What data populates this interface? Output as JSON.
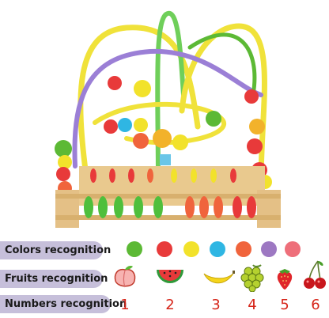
{
  "labels": {
    "colors": "Colors recognition",
    "fruits": "Fruits recognition",
    "numbers": "Numbers recognition"
  },
  "colors": [
    "#5cb935",
    "#e83a3a",
    "#f2e22b",
    "#2fb6e3",
    "#f0643c",
    "#9d78c2",
    "#ee6f7a"
  ],
  "fruits": [
    "peach-icon",
    "watermelon-icon",
    "banana-icon",
    "grapes-icon",
    "strawberry-icon",
    "cherry-icon"
  ],
  "numbers": [
    "1",
    "2",
    "3",
    "4",
    "5",
    "6"
  ]
}
